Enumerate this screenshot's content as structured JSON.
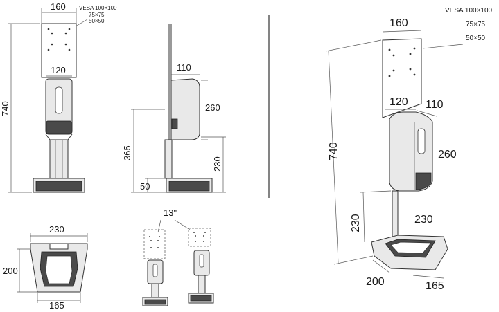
{
  "front_view": {
    "width_top": "160",
    "vesa_title": "VESA 100×100",
    "vesa_75": "75×75",
    "vesa_50": "50×50",
    "dispenser_width": "120",
    "height_total": "740"
  },
  "side_view": {
    "depth": "110",
    "dispenser_height": "260",
    "mount_height": "365",
    "pole_height": "230",
    "base_height": "50"
  },
  "top_view": {
    "width": "230",
    "depth": "200",
    "bottom_width": "165"
  },
  "tilt_view": {
    "angle": "13\""
  },
  "iso_view": {
    "width_top": "160",
    "vesa_title": "VESA 100×100",
    "vesa_75": "75×75",
    "vesa_50": "50×50",
    "dispenser_width": "120",
    "dispenser_depth": "110",
    "dispenser_height": "260",
    "height_total": "740",
    "pole_height_left": "230",
    "pole_height_right": "230",
    "base_depth": "200",
    "base_width": "165"
  }
}
